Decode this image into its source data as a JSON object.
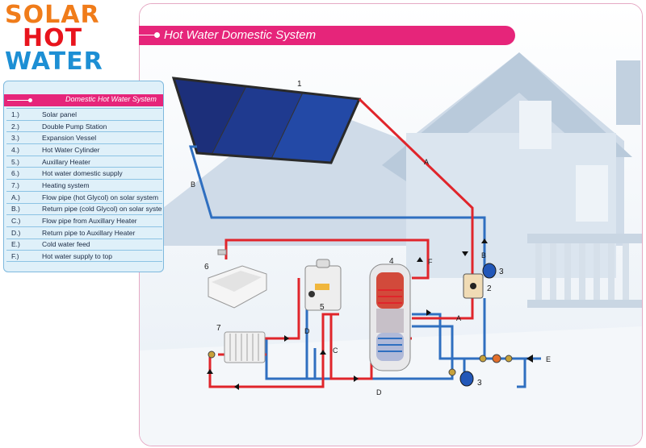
{
  "logo": {
    "line1": "SOLAR",
    "line2": "HOT",
    "line3": "WATER"
  },
  "header": {
    "title": "Hot Water Domestic System"
  },
  "legend": {
    "title": "Domestic Hot Water System",
    "rows": [
      {
        "num": "1.)",
        "desc": "Solar panel"
      },
      {
        "num": "2.)",
        "desc": "Double Pump Station"
      },
      {
        "num": "3.)",
        "desc": "Expansion Vessel"
      },
      {
        "num": "4.)",
        "desc": "Hot Water Cylinder"
      },
      {
        "num": "5.)",
        "desc": "Auxillary Heater"
      },
      {
        "num": "6.)",
        "desc": "Hot water domestic supply"
      },
      {
        "num": "7.)",
        "desc": "Heating system"
      },
      {
        "num": "A.)",
        "desc": "Flow pipe (hot Glycol) on solar system"
      },
      {
        "num": "B.)",
        "desc": "Return pipe (cold Glycol) on solar system"
      },
      {
        "num": "C.)",
        "desc": "Flow pipe from Auxillary Heater"
      },
      {
        "num": "D.)",
        "desc": "Return pipe to Auxillary Heater"
      },
      {
        "num": "E.)",
        "desc": "Cold water feed"
      },
      {
        "num": "F.)",
        "desc": "Hot water supply to top"
      }
    ]
  },
  "diagram": {
    "label_1": "1",
    "label_2": "2",
    "label_3": "3",
    "label_3b": "3",
    "label_4": "4",
    "label_5": "5",
    "label_6": "6",
    "label_7": "7",
    "label_A": "A",
    "label_A2": "A",
    "label_B": "B",
    "label_B2": "B",
    "label_C": "C",
    "label_D": "D",
    "label_D2": "D",
    "label_E": "E",
    "label_F": "F"
  },
  "colors": {
    "accent": "#e6257a",
    "hot_pipe": "#e0252b",
    "cold_pipe": "#2f6fc0",
    "panel": "#dff0f9",
    "house": "#cfdbe8"
  }
}
